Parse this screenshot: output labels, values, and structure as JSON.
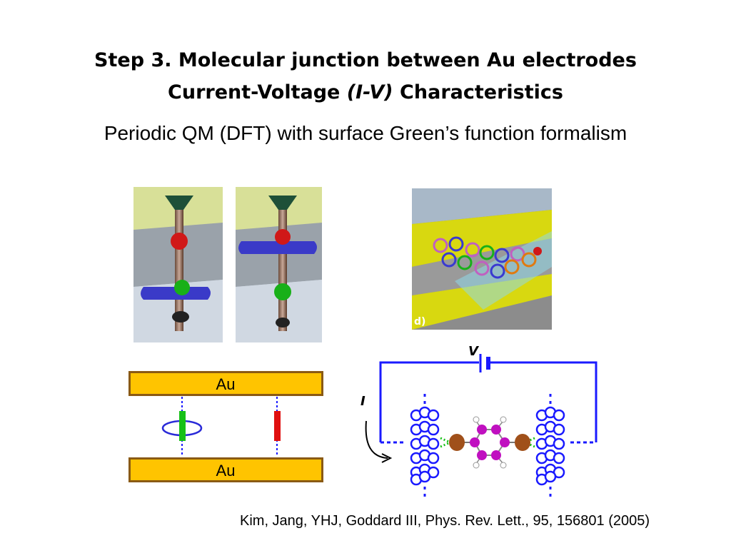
{
  "slide": {
    "title_line1": "Step 3. Molecular junction between Au electrodes",
    "title_line2_a": "Current-Voltage ",
    "title_line2_em": "(I-V)",
    "title_line2_b": " Characteristics",
    "subtitle": "Periodic QM (DFT) with surface Green’s function formalism",
    "citation": "Kim, Jang, YHJ, Goddard III, Phys. Rev. Lett., 95, 156801 (2005)"
  },
  "panel_d": {
    "label": "d)"
  },
  "schematic": {
    "top_electrode": "Au",
    "bottom_electrode": "Au"
  },
  "circuit": {
    "voltage_label": "V",
    "current_label": "I"
  },
  "colors": {
    "gold": "#ffc400",
    "gold_border": "#8a5a14",
    "circuit_blue": "#1a1aff",
    "ring_blue": "#2a2ad8",
    "green": "#18c018",
    "red": "#e01010",
    "magenta": "#c010c0",
    "brown": "#a0501a"
  }
}
